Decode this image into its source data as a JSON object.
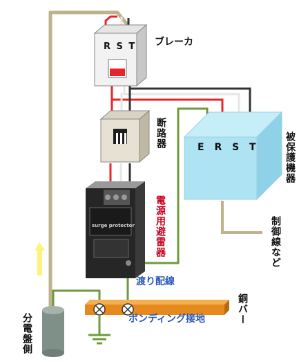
{
  "breaker": {
    "terminals": "R S T",
    "label": "ブレーカ"
  },
  "disconnector": {
    "label": "断路器"
  },
  "surge_protector": {
    "label": "電源用避雷器",
    "panel_text": "surge protector"
  },
  "protected_device": {
    "terminals": "E R S T",
    "label": "被保護機器"
  },
  "control_lines": {
    "label": "制御線など"
  },
  "transition_wiring": {
    "label": "渡り配線"
  },
  "bonding": {
    "label": "ボンディング接地"
  },
  "copper_bar": {
    "label": "銅バー"
  },
  "distribution_panel": {
    "label": "分電盤側"
  },
  "colors": {
    "red_wire": "#e8242b",
    "black_wire": "#333333",
    "white_wire": "#e6e6e6",
    "green_wire": "#6f9a3a",
    "feed_wire": "#bdb38e",
    "device_box": "#aee3f3",
    "copper_bar": "#e68a1e",
    "arrow": "#fff27a",
    "surge_label": "#c8001e",
    "bonding_label": "#2b59b5"
  }
}
